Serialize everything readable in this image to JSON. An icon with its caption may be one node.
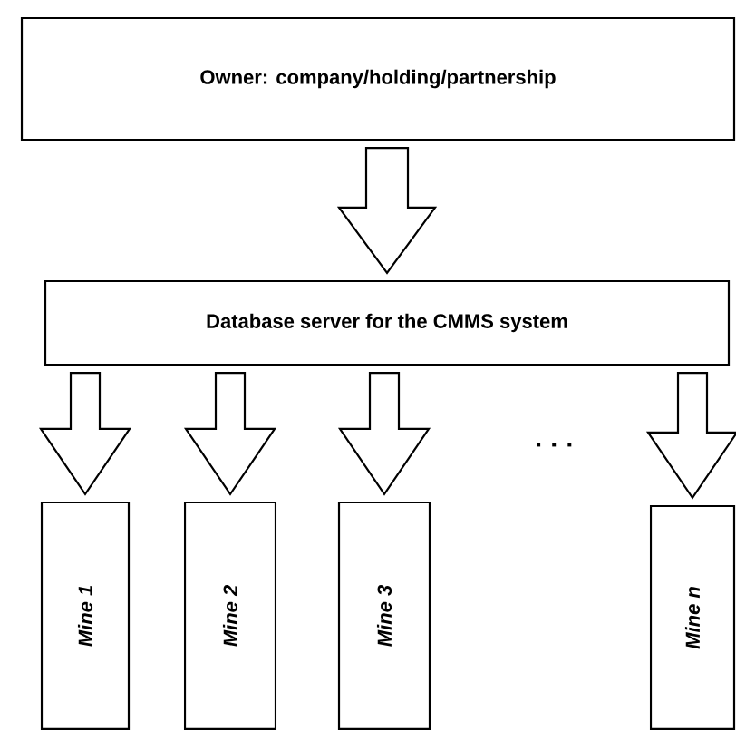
{
  "diagram": {
    "nodes": [
      {
        "text": [
          "Owner: company/holding/partnership"
        ]
      },
      {
        "text": [
          "Database server for the CMMS system"
        ]
      },
      {
        "text": [
          "Mine 1"
        ]
      },
      {
        "text": [
          "Mine 2"
        ]
      },
      {
        "text": [
          "Mine 3"
        ]
      },
      {
        "text": [
          "Mine n"
        ]
      }
    ],
    "edges": [
      {
        "from": 0,
        "to": 1,
        "arrow": "to"
      },
      {
        "from": 1,
        "to": 2,
        "arrow": "to"
      },
      {
        "from": 1,
        "to": 3,
        "arrow": "to"
      },
      {
        "from": 1,
        "to": 4,
        "arrow": "to"
      },
      {
        "from": 1,
        "to": 5,
        "arrow": "to"
      }
    ],
    "labels": [
      "· · ·"
    ]
  }
}
